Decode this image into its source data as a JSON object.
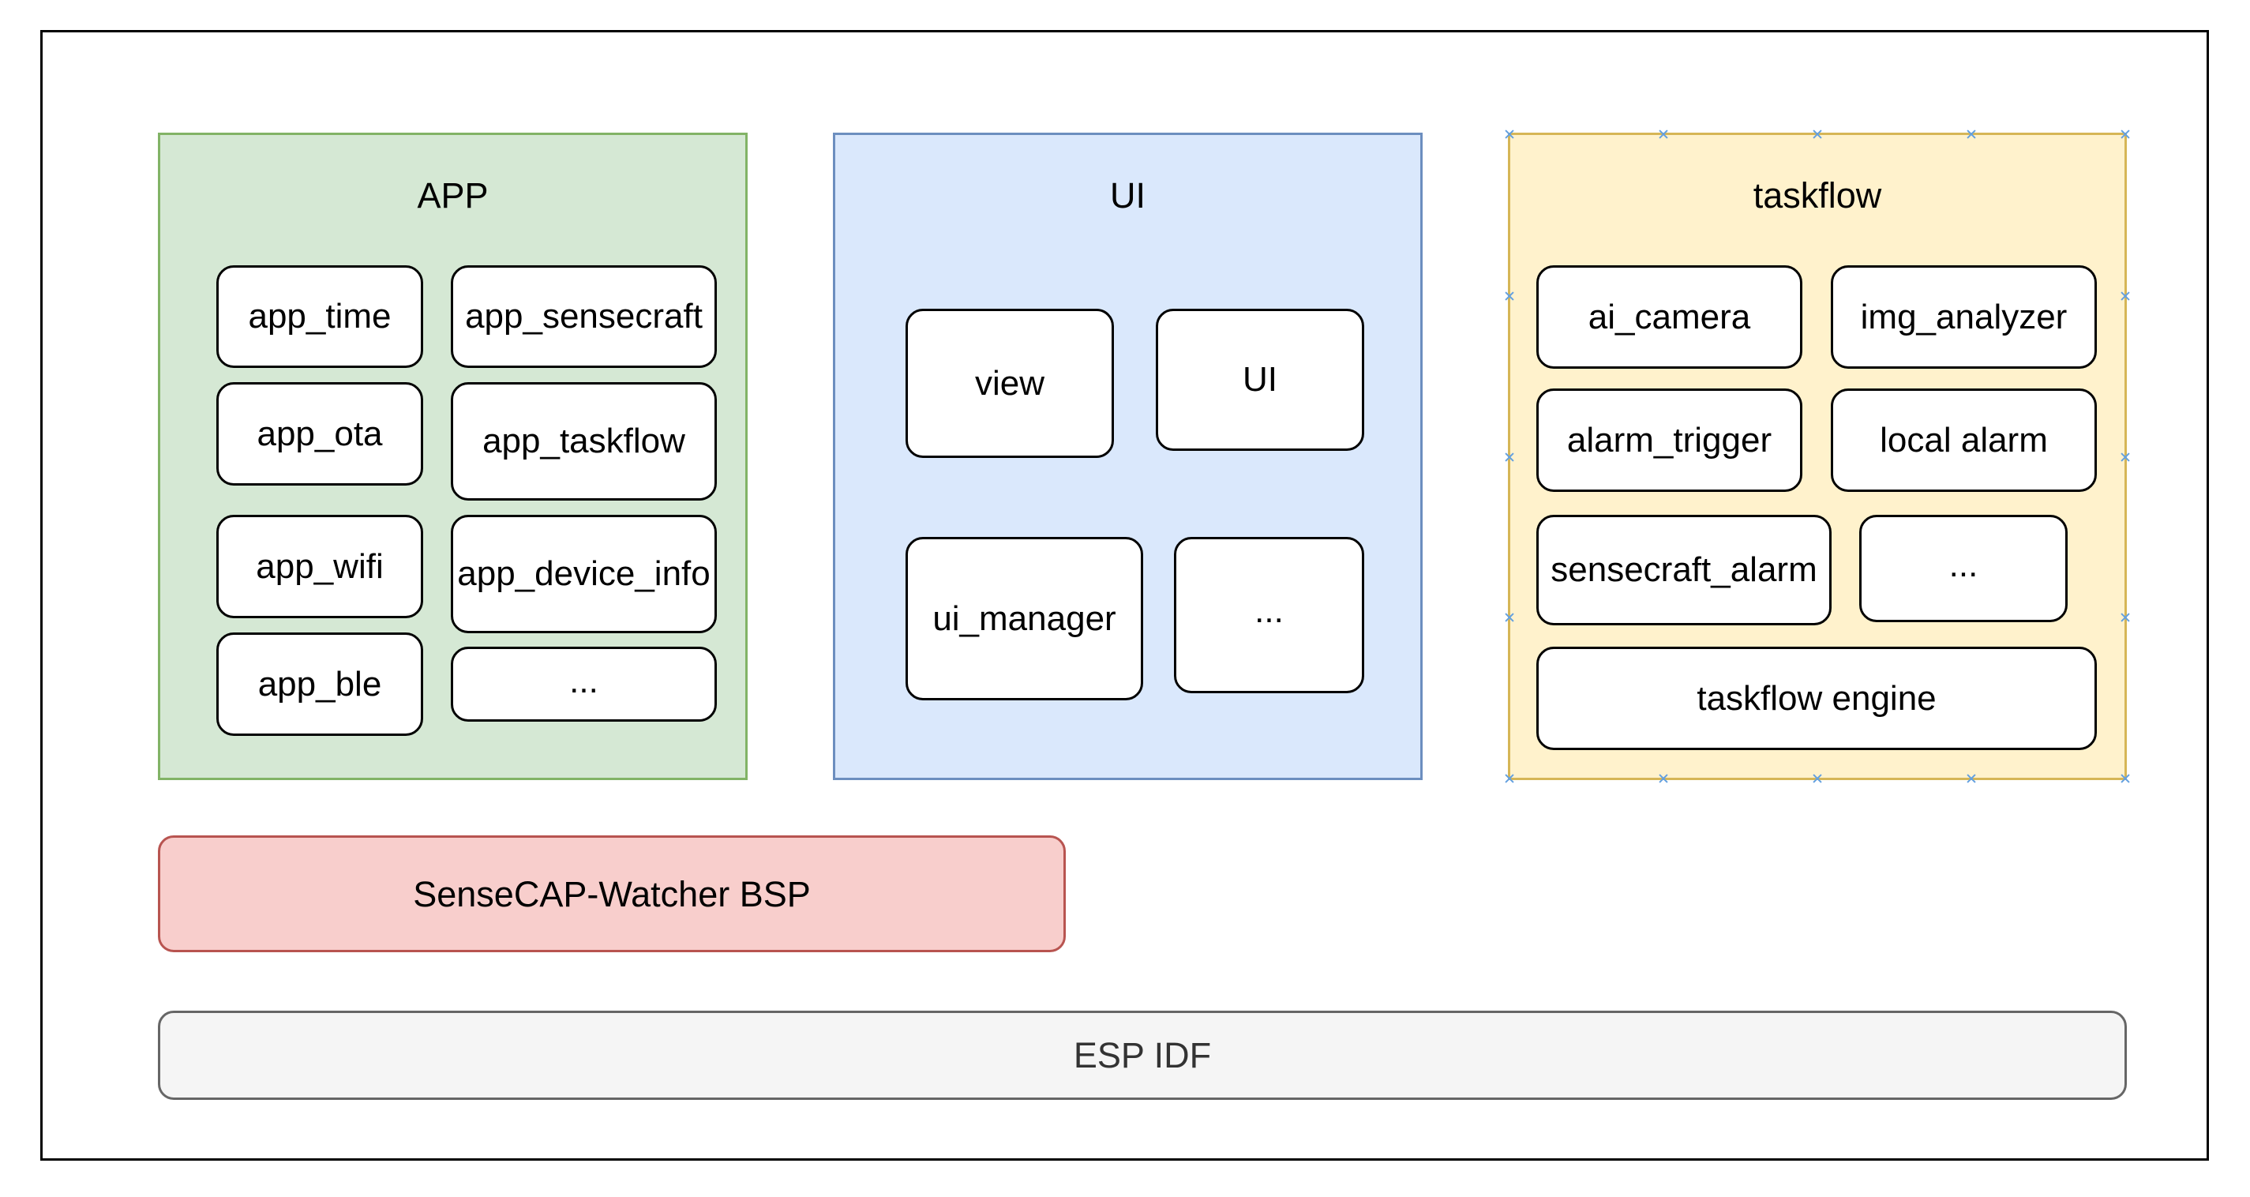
{
  "colors": {
    "app_fill": "#d5e8d4",
    "app_border": "#82b366",
    "ui_fill": "#dae8fc",
    "ui_border": "#6c8ebf",
    "taskflow_fill": "#fff2cc",
    "taskflow_border": "#d6b656",
    "bsp_fill": "#f8cecc",
    "bsp_border": "#b85450",
    "idf_fill": "#f5f5f5",
    "idf_border": "#666666",
    "idf_text": "#333333",
    "handle": "#63a0e0"
  },
  "app": {
    "title": "APP",
    "items": [
      "app_time",
      "app_sensecraft",
      "app_ota",
      "app_taskflow",
      "app_wifi",
      "app_device_info",
      "app_ble",
      "..."
    ]
  },
  "ui": {
    "title": "UI",
    "items": [
      "view",
      "UI",
      "ui_manager",
      "..."
    ]
  },
  "taskflow": {
    "title": "taskflow",
    "items": [
      "ai_camera",
      "img_analyzer",
      "alarm_trigger",
      "local alarm",
      "sensecraft_alarm",
      "...",
      "taskflow engine"
    ]
  },
  "bsp": {
    "label": "SenseCAP-Watcher BSP"
  },
  "idf": {
    "label": "ESP IDF"
  }
}
